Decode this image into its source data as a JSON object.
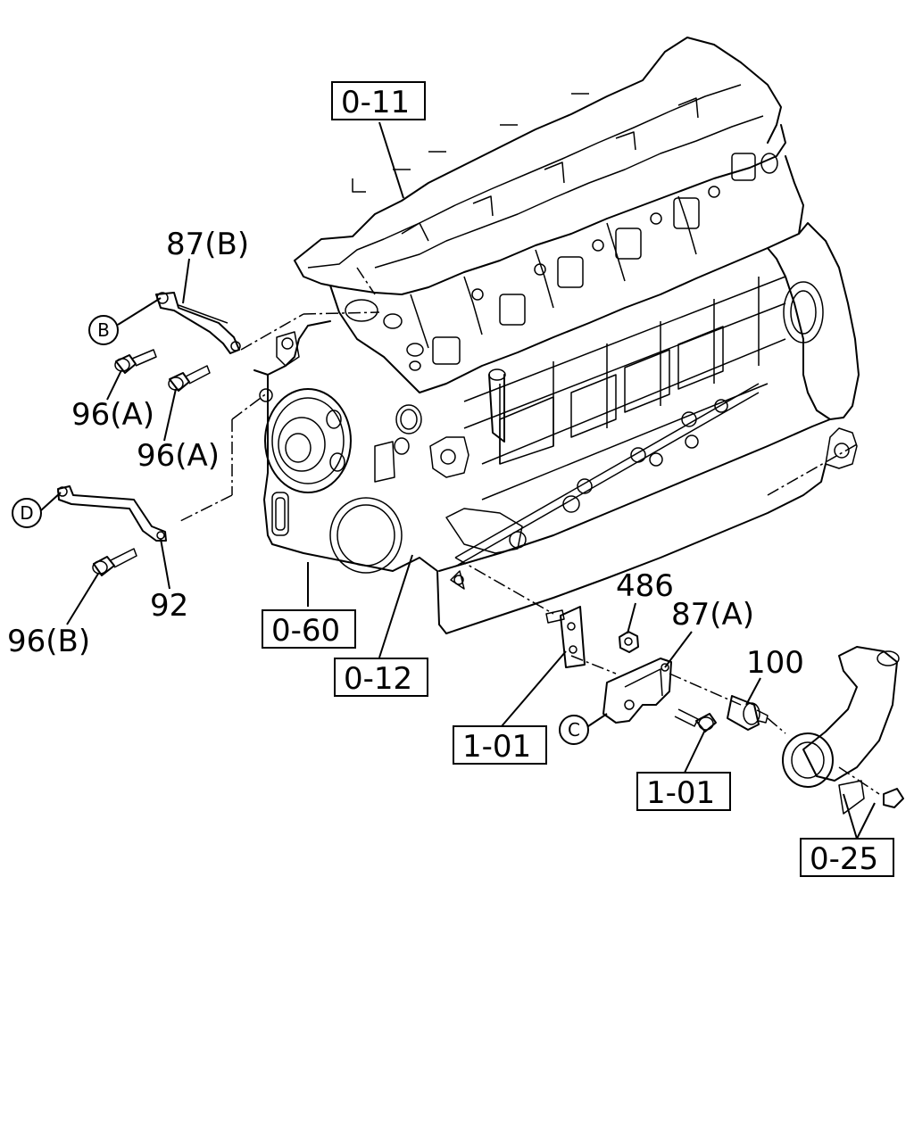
{
  "ref_boxes": {
    "b011": "0-11",
    "b060": "0-60",
    "b012": "0-12",
    "b101a": "1-01",
    "b101b": "1-01",
    "b025": "0-25"
  },
  "part_labels": {
    "p87b": "87(B)",
    "p96a1": "96(A)",
    "p96a2": "96(A)",
    "p92": "92",
    "p96b": "96(B)",
    "p486": "486",
    "p87a": "87(A)",
    "p100": "100"
  },
  "circle_markers": {
    "cB": "B",
    "cD": "D",
    "cC": "C"
  }
}
